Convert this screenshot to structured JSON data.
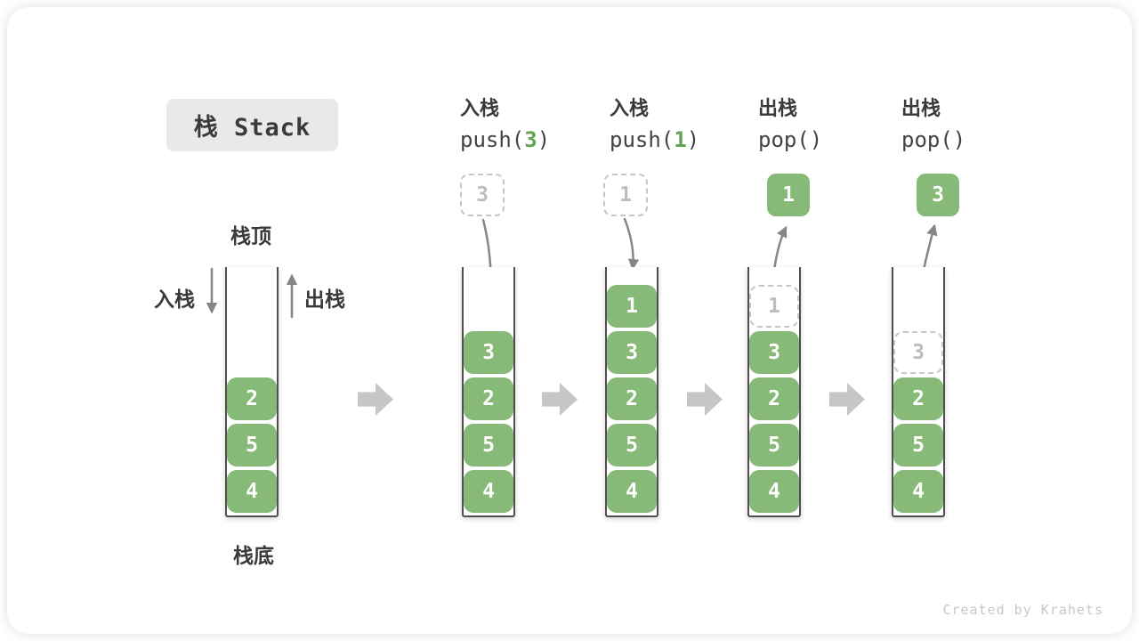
{
  "title": "栈 Stack",
  "labels": {
    "stack_top": "栈顶",
    "stack_bottom": "栈底",
    "push": "入栈",
    "pop": "出栈"
  },
  "operations": [
    {
      "name": "入栈",
      "code_pre": "push(",
      "arg": "3",
      "code_post": ")"
    },
    {
      "name": "入栈",
      "code_pre": "push(",
      "arg": "1",
      "code_post": ")"
    },
    {
      "name": "出栈",
      "code_pre": "pop(",
      "arg": "",
      "code_post": ")"
    },
    {
      "name": "出栈",
      "code_pre": "pop(",
      "arg": "",
      "code_post": ")"
    }
  ],
  "stacks": [
    {
      "cells": [
        "2",
        "5",
        "4"
      ]
    },
    {
      "incoming": "3",
      "cells": [
        "3",
        "2",
        "5",
        "4"
      ]
    },
    {
      "incoming": "1",
      "cells": [
        "1",
        "3",
        "2",
        "5",
        "4"
      ]
    },
    {
      "popped": "1",
      "ghost": "1",
      "cells": [
        "3",
        "2",
        "5",
        "4"
      ]
    },
    {
      "popped": "3",
      "ghost": "3",
      "cells": [
        "2",
        "5",
        "4"
      ]
    }
  ],
  "watermark": "Created by Krahets",
  "colors": {
    "element_green": "#87B978",
    "arg_green": "#62A355",
    "ghost_border": "#C6C6C6",
    "ghost_text": "#BDBDBD",
    "arrow_gray": "#868686",
    "block_arrow_gray": "#C6C6C6",
    "wall_gray": "#4F4F4F",
    "title_bg": "#E9E9E9",
    "text_dark": "#3A3A3A",
    "watermark_gray": "#C8C8C8"
  }
}
